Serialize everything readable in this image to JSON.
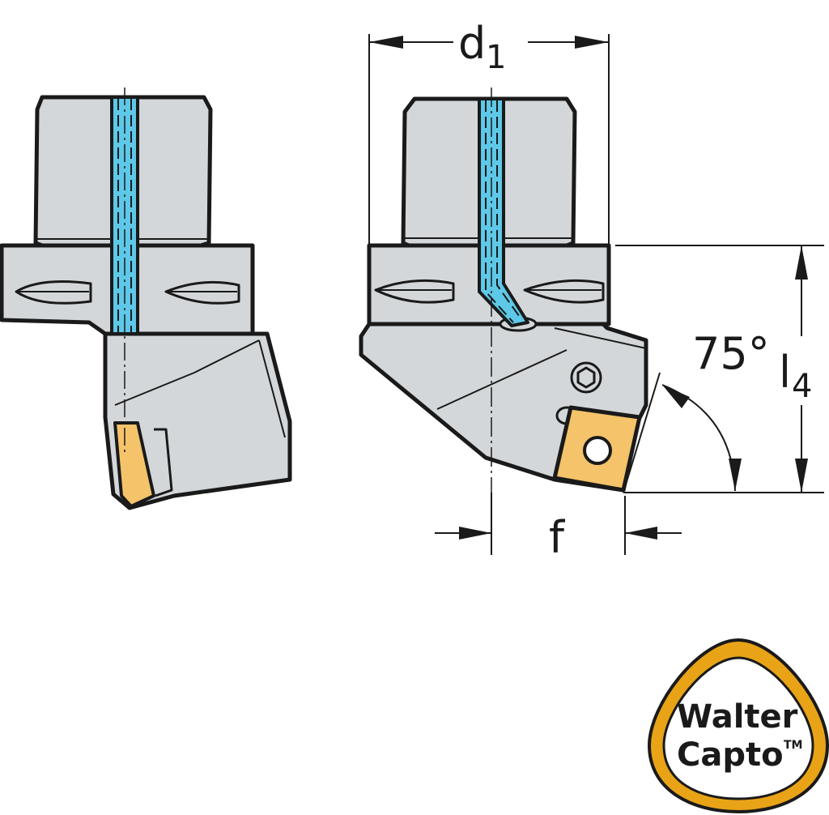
{
  "colors": {
    "body": "#d3d7d9",
    "outline": "#1a1a1a",
    "coolant": "#5ec8e8",
    "insert": "#f4c36a",
    "logo_ring": "#e8a317"
  },
  "dimensions": {
    "d_main": "d",
    "d_sub": "1",
    "l_main": "l",
    "l_sub": "4",
    "angle": "75°",
    "f": "f"
  },
  "logo": {
    "line1": "Walter",
    "line2": "Capto",
    "trademark": "TM"
  }
}
